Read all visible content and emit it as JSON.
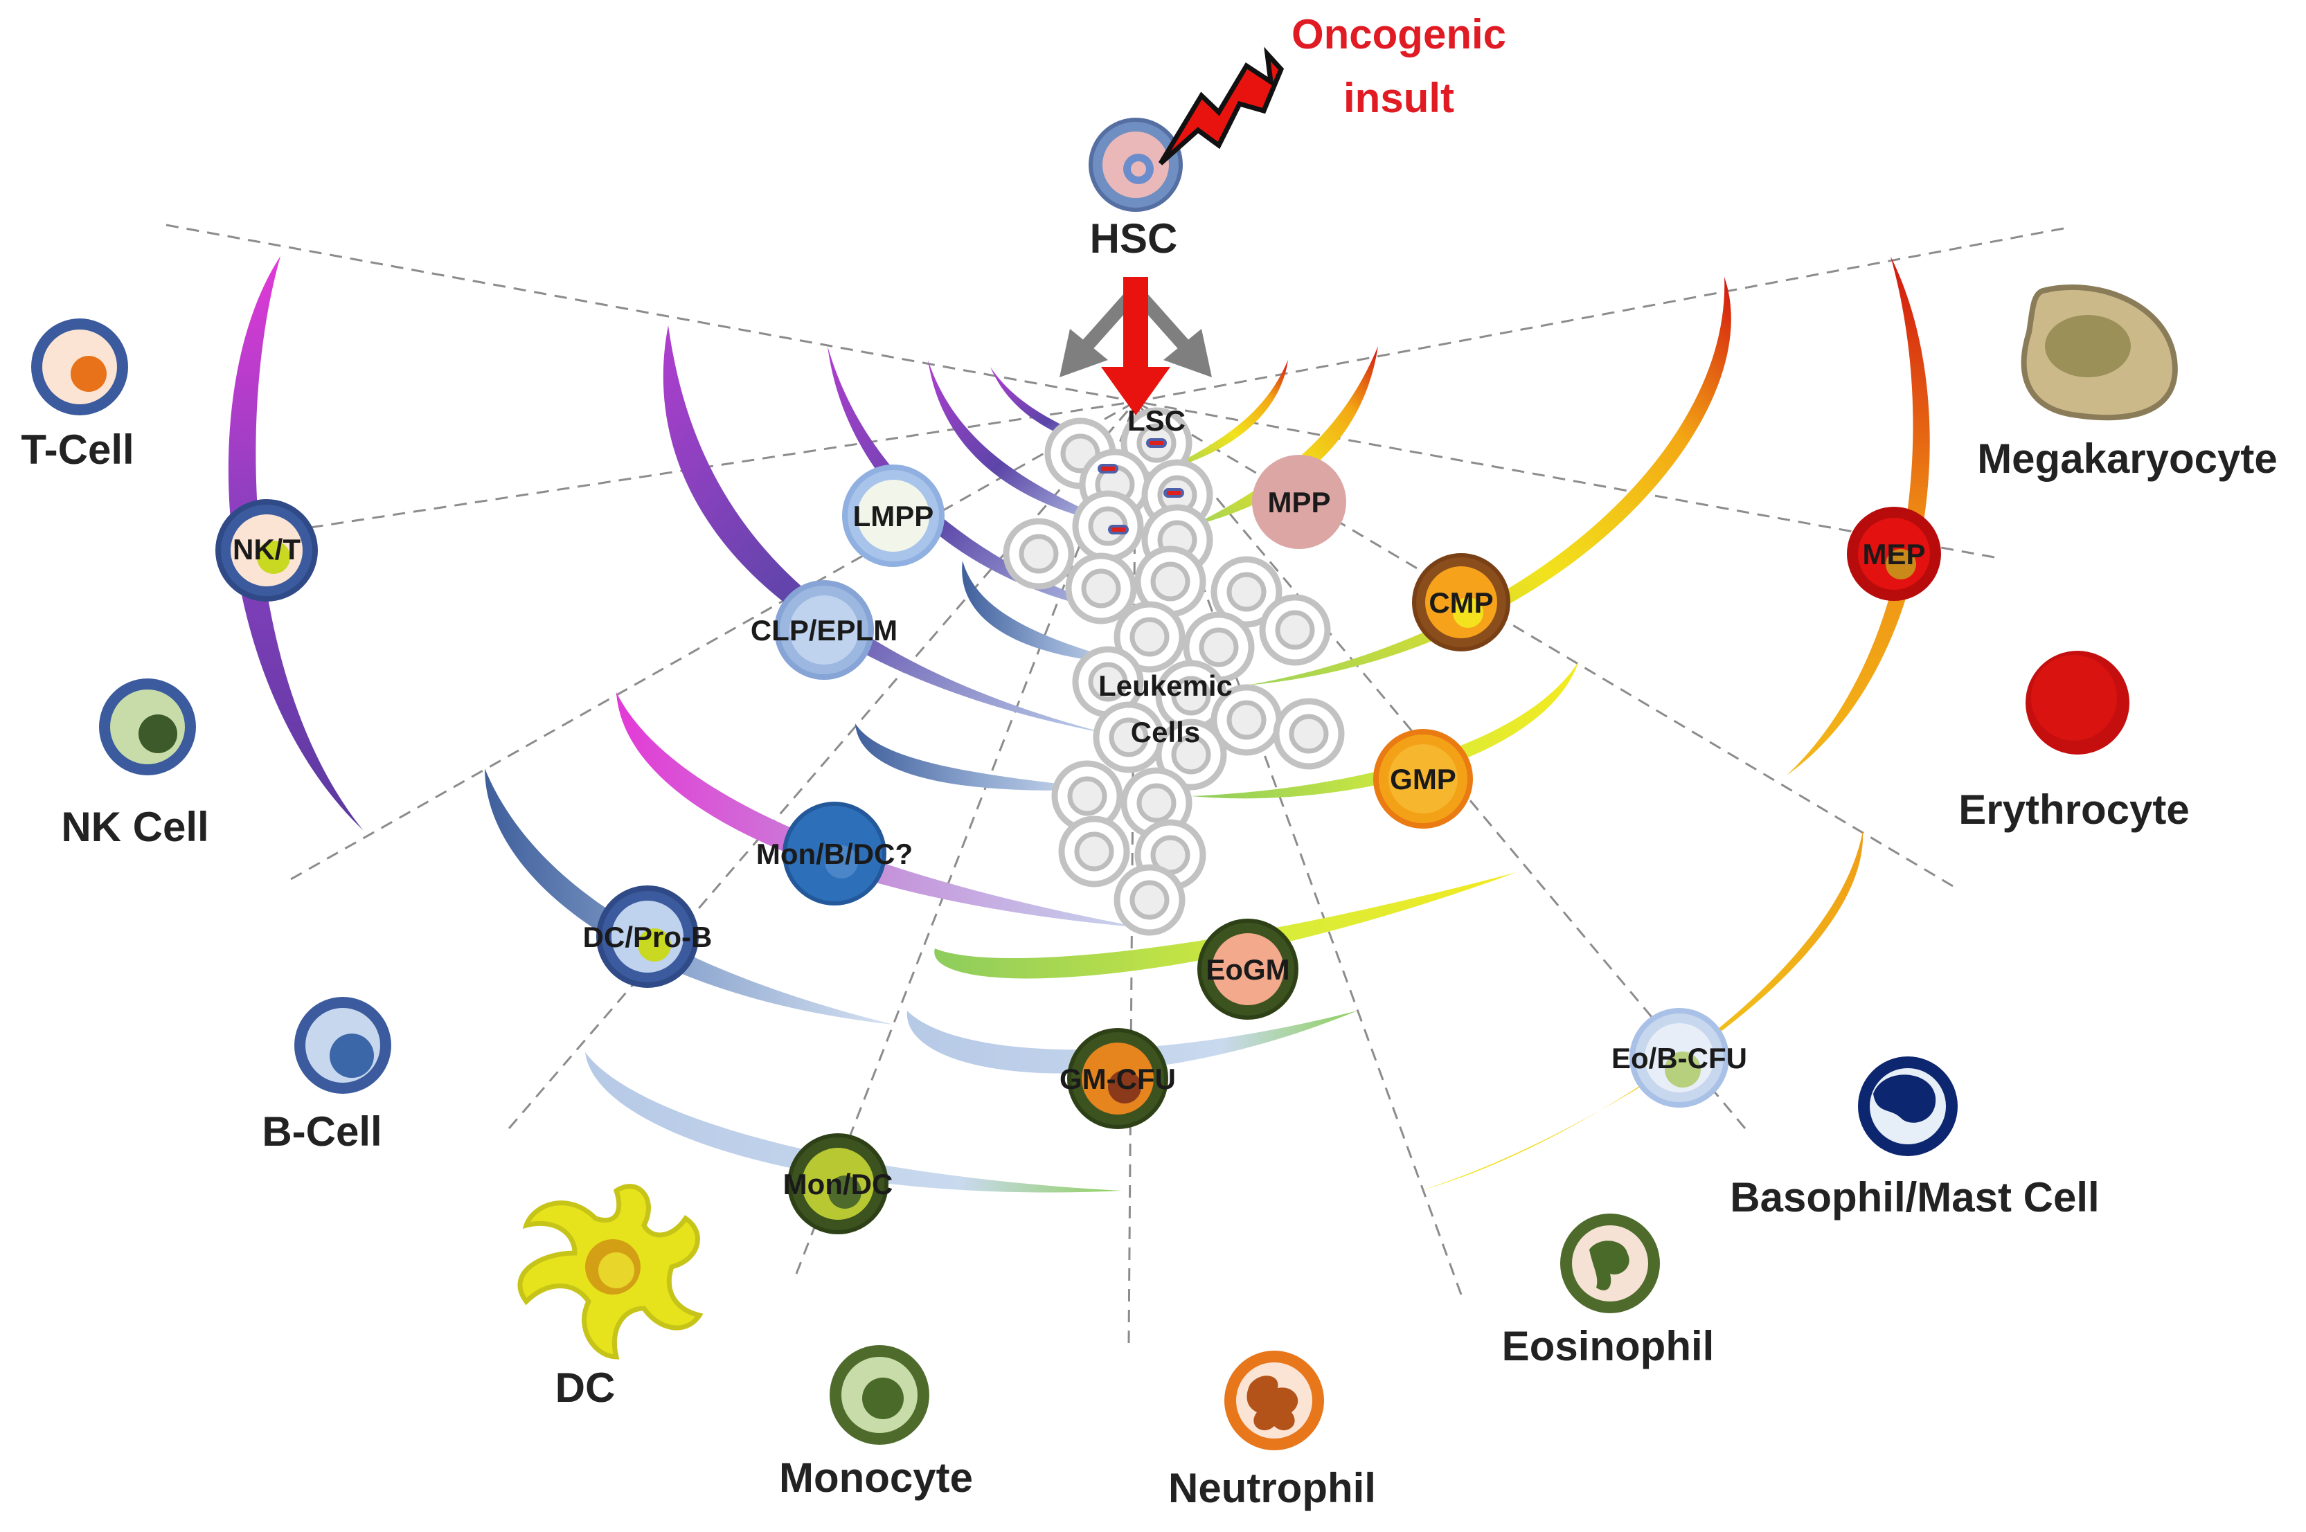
{
  "diagram": {
    "source_label": "HSC",
    "insult_line1": "Oncogenic",
    "insult_line2": "insult",
    "stem_label": "LSC",
    "leukemic_line1": "Leukemic",
    "leukemic_line2": "Cells",
    "progenitors": {
      "nkt": "NK/T",
      "lmpp": "LMPP",
      "mpp": "MPP",
      "clp": "CLP/EPLM",
      "cmp": "CMP",
      "mep": "MEP",
      "gmp": "GMP",
      "monbdc": "Mon/B/DC?",
      "dcprob": "DC/Pro-B",
      "eogm": "EoGM",
      "gmcfu": "GM-CFU",
      "eobcfu": "Eo/B-CFU",
      "mondc": "Mon/DC"
    },
    "mature": {
      "tcell": "T-Cell",
      "nkcell": "NK Cell",
      "bcell": "B-Cell",
      "dc": "DC",
      "monocyte": "Monocyte",
      "neutrophil": "Neutrophil",
      "eosinophil": "Eosinophil",
      "basophil": "Basophil/Mast  Cell",
      "erythrocyte": "Erythrocyte",
      "megakaryocyte": "Megakaryocyte"
    },
    "colors": {
      "insult": "#e01b24",
      "lymphoid_purple": "#7a3fb0",
      "myeloid_yellow": "#f5e11a",
      "erythroid_red": "#d80f0f"
    }
  }
}
